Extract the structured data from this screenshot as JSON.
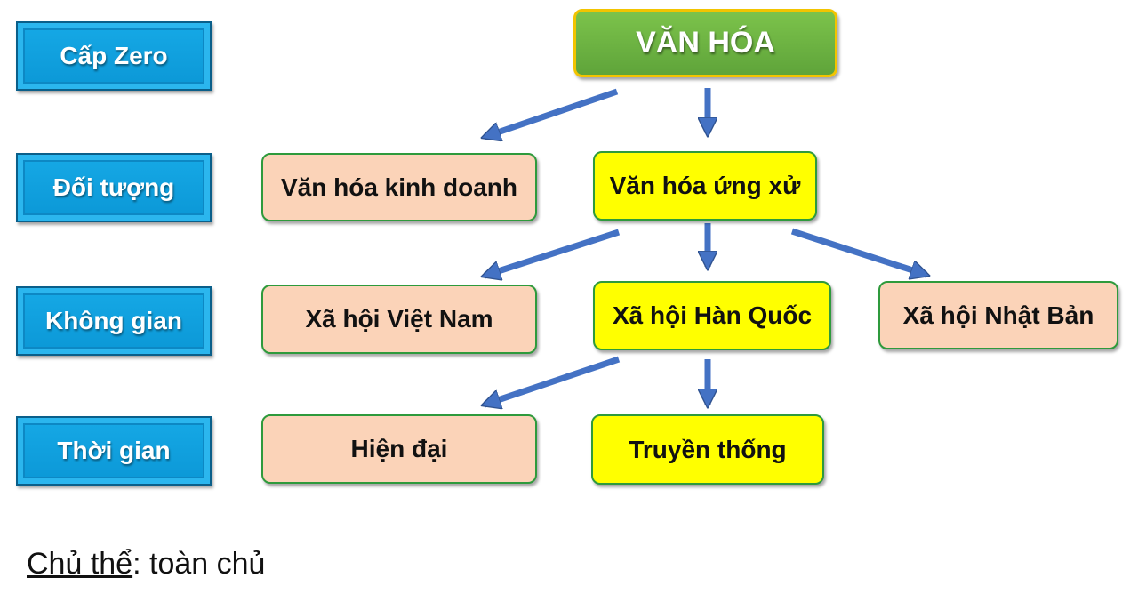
{
  "levels": [
    "Cấp Zero",
    "Đối tượng",
    "Không gian",
    "Thời gian"
  ],
  "nodes": {
    "root": "VĂN HÓA",
    "business": "Văn hóa kinh doanh",
    "behavior": "Văn hóa ứng xử",
    "vietnam": "Xã hội Việt Nam",
    "korea": "Xã hội Hàn Quốc",
    "japan": "Xã hội Nhật Bản",
    "modern": "Hiện đại",
    "traditional": "Truyền thống"
  },
  "footer": {
    "subject_label": "Chủ thể",
    "separator": ": ",
    "subject_value": "toàn chủ"
  },
  "colors": {
    "level_fill": "#0b97d6",
    "root_fill": "#6db440",
    "peach_fill": "#fbd3b8",
    "highlight_fill": "#ffff00",
    "node_border": "#2e9a3c",
    "arrow": "#4472c4"
  }
}
